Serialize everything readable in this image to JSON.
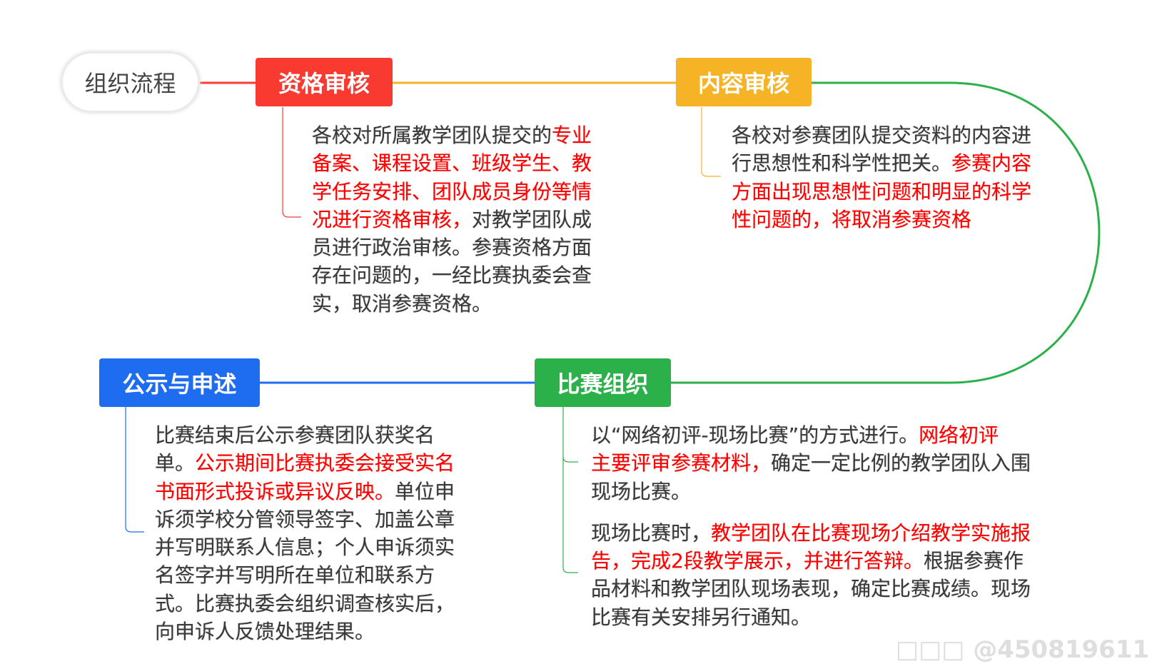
{
  "root": {
    "label": "组织流程"
  },
  "colors": {
    "red": "#f93a30",
    "orange": "#f5b325",
    "green": "#2bb04a",
    "blue": "#1e6cf0",
    "highlight": "#ff0000"
  },
  "nodes": [
    {
      "label": "资格审核",
      "paragraphs": [
        [
          [
            {
              "t": "各校对所属教学团队提交的"
            },
            {
              "t": "专业",
              "r": true
            }
          ],
          [
            {
              "t": "备案、课程设置、班级学生、教",
              "r": true
            }
          ],
          [
            {
              "t": "学任务安排、团队成员身份等情",
              "r": true
            }
          ],
          [
            {
              "t": "况进行资格审核，",
              "r": true
            },
            {
              "t": "对教学团队成"
            }
          ],
          [
            {
              "t": "员进行政治审核。参赛资格方面"
            }
          ],
          [
            {
              "t": "存在问题的，一经比赛执委会查"
            }
          ],
          [
            {
              "t": "实，取消参赛资格。"
            }
          ]
        ]
      ]
    },
    {
      "label": "内容审核",
      "paragraphs": [
        [
          [
            {
              "t": "各校对参赛团队提交资料的内容进"
            }
          ],
          [
            {
              "t": "行思想性和科学性把关。"
            },
            {
              "t": "参赛内容",
              "r": true
            }
          ],
          [
            {
              "t": "方面出现思想性问题和明显的科学",
              "r": true
            }
          ],
          [
            {
              "t": "性问题的，将取消参赛资格",
              "r": true
            }
          ]
        ]
      ]
    },
    {
      "label": "比赛组织",
      "paragraphs": [
        [
          [
            {
              "t": "以“网络初评-现场比赛”的方式进行。"
            },
            {
              "t": "网络初评",
              "r": true
            }
          ],
          [
            {
              "t": "主要评审参赛材料，",
              "r": true
            },
            {
              "t": "确定一定比例的教学团队入围"
            }
          ],
          [
            {
              "t": "现场比赛。"
            }
          ]
        ],
        [
          [
            {
              "t": "现场比赛时，"
            },
            {
              "t": "教学团队在比赛现场介绍教学实施报",
              "r": true
            }
          ],
          [
            {
              "t": "告，完成2段教学展示，并进行答辩。",
              "r": true
            },
            {
              "t": "根据参赛作"
            }
          ],
          [
            {
              "t": "品材料和教学团队现场表现，确定比赛成绩。现场"
            }
          ],
          [
            {
              "t": "比赛有关安排另行通知。"
            }
          ]
        ]
      ]
    },
    {
      "label": "公示与申述",
      "paragraphs": [
        [
          [
            {
              "t": "比赛结束后公示参赛团队获奖名"
            }
          ],
          [
            {
              "t": "单。"
            },
            {
              "t": "公示期间比赛执委会接受实名",
              "r": true
            }
          ],
          [
            {
              "t": "书面形式投诉或异议反映。",
              "r": true
            },
            {
              "t": "单位申"
            }
          ],
          [
            {
              "t": "诉须学校分管领导签字、加盖公章"
            }
          ],
          [
            {
              "t": "并写明联系人信息；个人申诉须实"
            }
          ],
          [
            {
              "t": "名签字并写明所在单位和联系方"
            }
          ],
          [
            {
              "t": "式。比赛执委会组织调查核实后，"
            }
          ],
          [
            {
              "t": "向申诉人反馈处理结果。"
            }
          ]
        ]
      ]
    }
  ],
  "watermark": "□□□ @450819611"
}
